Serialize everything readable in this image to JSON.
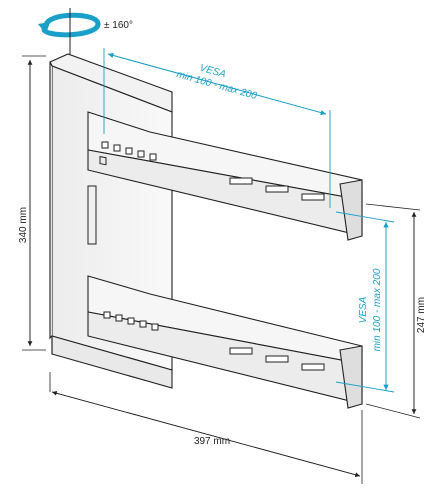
{
  "rotation": {
    "label": "± 160°"
  },
  "vesa_top": {
    "title": "VESA",
    "range": "min 100 - max 200"
  },
  "vesa_side": {
    "title": "VESA",
    "range": "min 100 - max 200"
  },
  "dimensions": {
    "height": "340 mm",
    "width": "397 mm",
    "adjust": "247 mm"
  },
  "colors": {
    "accent": "#1aa0c8",
    "outline": "#222222",
    "panel": "#f4f4f4"
  }
}
